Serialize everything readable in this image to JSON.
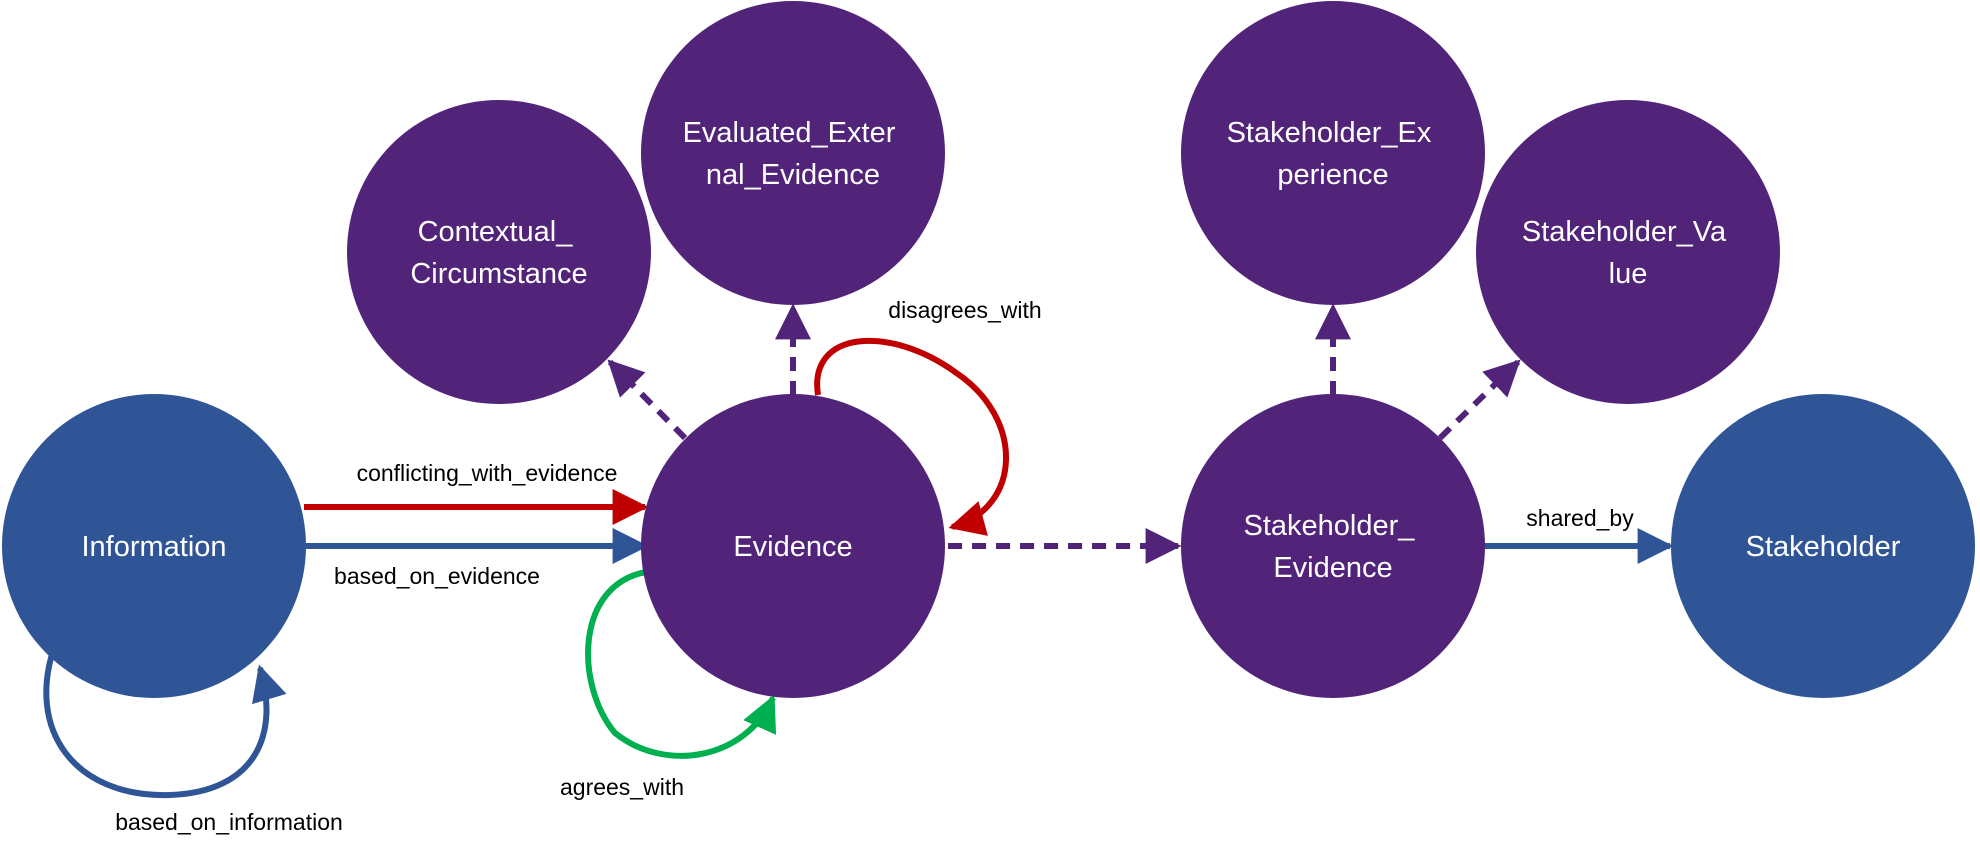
{
  "colors": {
    "blue_node": "#2F5597",
    "purple_node": "#51247A",
    "blue_edge": "#2F5597",
    "red_edge": "#C00000",
    "green_edge": "#00B050",
    "purple_edge": "#51247A"
  },
  "nodes": {
    "information": {
      "lines": [
        "Information"
      ]
    },
    "evidence": {
      "lines": [
        "Evidence"
      ]
    },
    "contextual_circumstance": {
      "lines": [
        "Contextual_",
        "Circumstance"
      ]
    },
    "evaluated_external_evidence": {
      "lines": [
        "Evaluated_Exter",
        "nal_Evidence"
      ]
    },
    "stakeholder_experience": {
      "lines": [
        "Stakeholder_Ex",
        "perience"
      ]
    },
    "stakeholder_value": {
      "lines": [
        "Stakeholder_Va",
        "lue"
      ]
    },
    "stakeholder_evidence": {
      "lines": [
        "Stakeholder_",
        "Evidence"
      ]
    },
    "stakeholder": {
      "lines": [
        "Stakeholder"
      ]
    }
  },
  "edges": {
    "conflicting_with_evidence": "conflicting_with_evidence",
    "based_on_evidence": "based_on_evidence",
    "based_on_information": "based_on_information",
    "disagrees_with": "disagrees_with",
    "agrees_with": "agrees_with",
    "shared_by": "shared_by"
  }
}
